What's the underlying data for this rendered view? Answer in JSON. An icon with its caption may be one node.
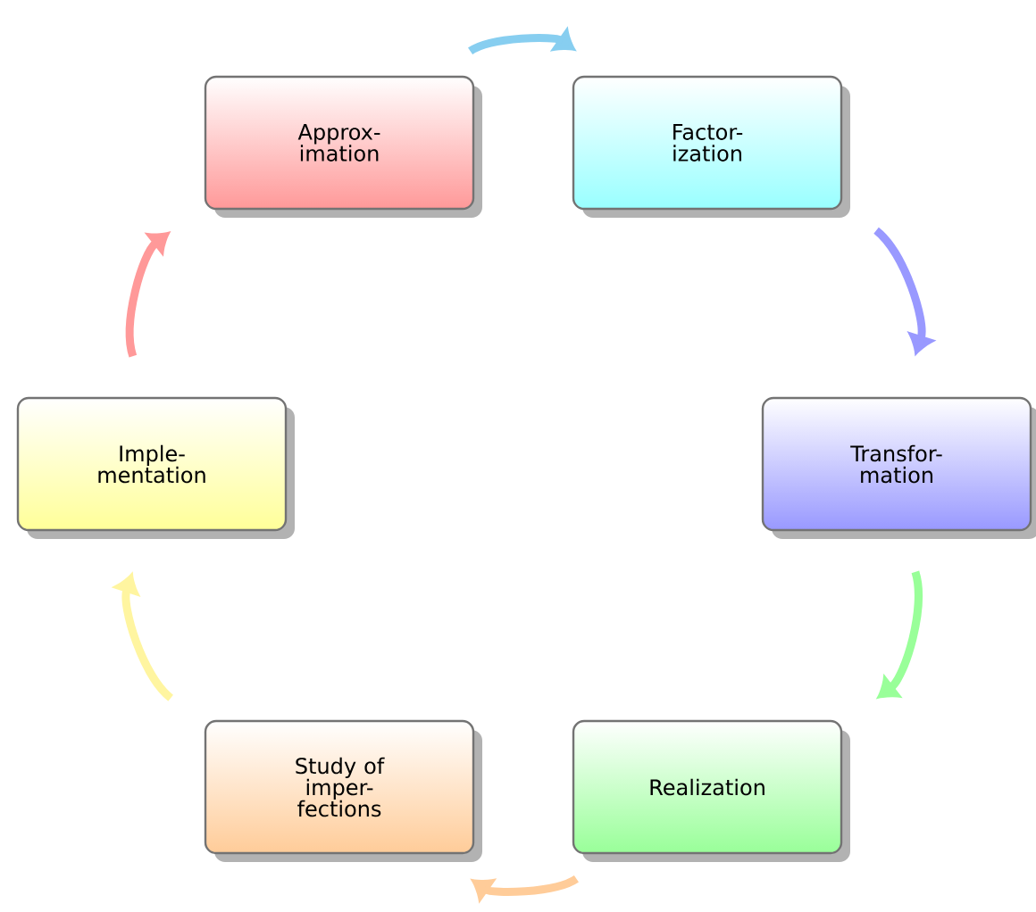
{
  "diagram": {
    "nodes": [
      {
        "text": [
          "Approx- imation"
        ]
      },
      {
        "text": [
          "Factor- ization"
        ]
      },
      {
        "text": [
          "Transfor- mation"
        ]
      },
      {
        "text": [
          "Realization"
        ]
      },
      {
        "text": [
          "Study of imper- fections"
        ]
      },
      {
        "text": [
          "Imple- mentation"
        ]
      }
    ],
    "edges": [
      {
        "from": 0,
        "to": 1,
        "arrow": "to",
        "color": "#87cef0"
      },
      {
        "from": 1,
        "to": 2,
        "arrow": "to",
        "color": "#9999ff"
      },
      {
        "from": 2,
        "to": 3,
        "arrow": "to",
        "color": "#99ff99"
      },
      {
        "from": 3,
        "to": 4,
        "arrow": "to",
        "color": "#ffcc99"
      },
      {
        "from": 4,
        "to": 5,
        "arrow": "to",
        "color": "#fff5a0"
      },
      {
        "from": 5,
        "to": 0,
        "arrow": "to",
        "color": "#ff9999"
      }
    ]
  }
}
